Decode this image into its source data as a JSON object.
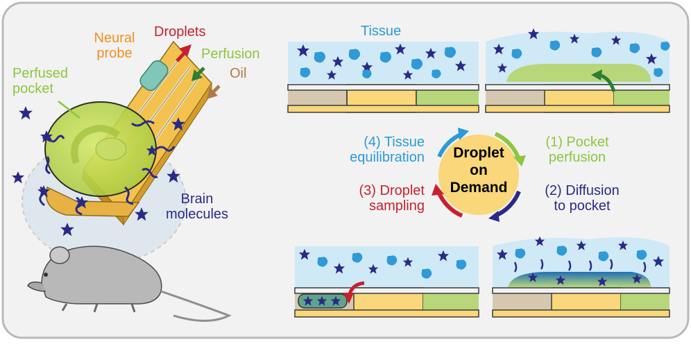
{
  "colors": {
    "tissue_blue": "#cfe9f7",
    "molecule_star": "#2a2a86",
    "molecule_blob": "#2f9ad6",
    "pocket_green": "#b7d77a",
    "probe_yellow": "#f9d77a",
    "wall_beige": "#d6c8b0",
    "label_orange": "#f0901e",
    "label_red": "#c8202e",
    "label_green": "#8cc63e",
    "label_brown": "#b07a48",
    "label_navy": "#2a2a86",
    "label_blue": "#2a9ad8",
    "label_lime": "#8cc63e"
  },
  "left": {
    "neural_probe": "Neural probe",
    "neural_line1": "Neural",
    "neural_line2": "probe",
    "droplets": "Droplets",
    "perfusion": "Perfusion",
    "oil": "Oil",
    "perfused_line1": "Perfused",
    "perfused_line2": "pocket",
    "brain_line1": "Brain",
    "brain_line2": "molecules"
  },
  "right": {
    "tissue": "Tissue",
    "center_line1": "Droplet",
    "center_line2": "on",
    "center_line3": "Demand",
    "step1_line1": "(1) Pocket",
    "step1_line2": "perfusion",
    "step2_line1": "(2) Diffusion",
    "step2_line2": "to pocket",
    "step3_line1": "(3) Droplet",
    "step3_line2": "sampling",
    "step4_line1": "(4) Tissue",
    "step4_line2": "equilibration"
  }
}
